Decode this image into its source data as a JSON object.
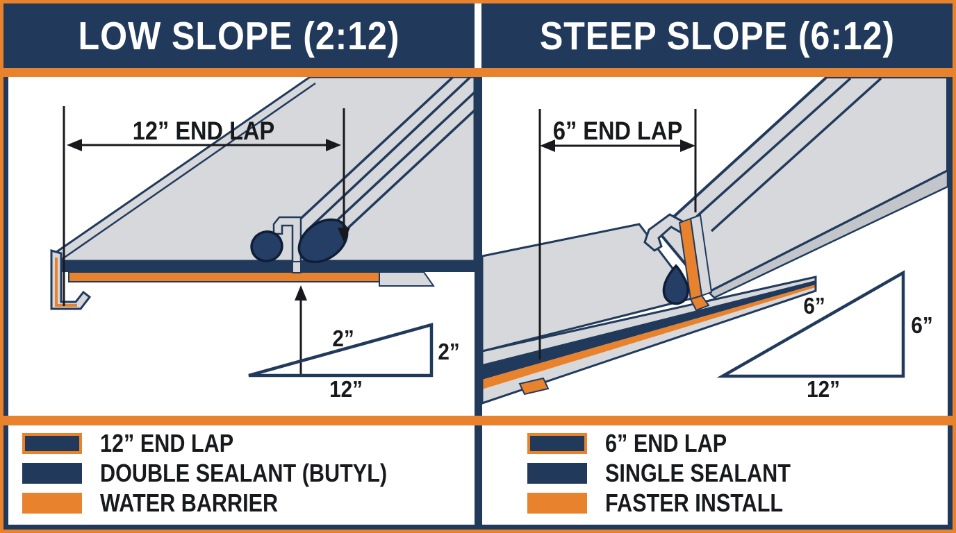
{
  "header": {
    "left": "LOW SLOPE (2:12)",
    "right": "STEEP SLOPE (6:12)"
  },
  "left_panel": {
    "dimension_label": "12” END LAP",
    "slope_triangle": {
      "hypotenuse": "2”",
      "rise": "2”",
      "run": "12”"
    },
    "legend": [
      {
        "label": "12” END LAP",
        "swatch": "navy-with-orange-border"
      },
      {
        "label": "DOUBLE SEALANT (BUTYL)",
        "swatch": "navy"
      },
      {
        "label": "WATER BARRIER",
        "swatch": "orange"
      }
    ]
  },
  "right_panel": {
    "dimension_label": "6” END LAP",
    "slope_triangle": {
      "hypotenuse": "6”",
      "rise": "6”",
      "run": "12”"
    },
    "legend": [
      {
        "label": "6” END LAP",
        "swatch": "navy-with-orange-border"
      },
      {
        "label": "SINGLE SEALANT",
        "swatch": "navy"
      },
      {
        "label": "FASTER INSTALL",
        "swatch": "orange"
      }
    ]
  },
  "colors": {
    "navy": "#213A5C",
    "orange": "#E8822D",
    "panel_gray": "#D6D8DB",
    "panel_gray_dark": "#C2C6CB",
    "sealant_navy": "#243E66",
    "text_dark": "#17191D",
    "background": "#FFFFFF"
  }
}
